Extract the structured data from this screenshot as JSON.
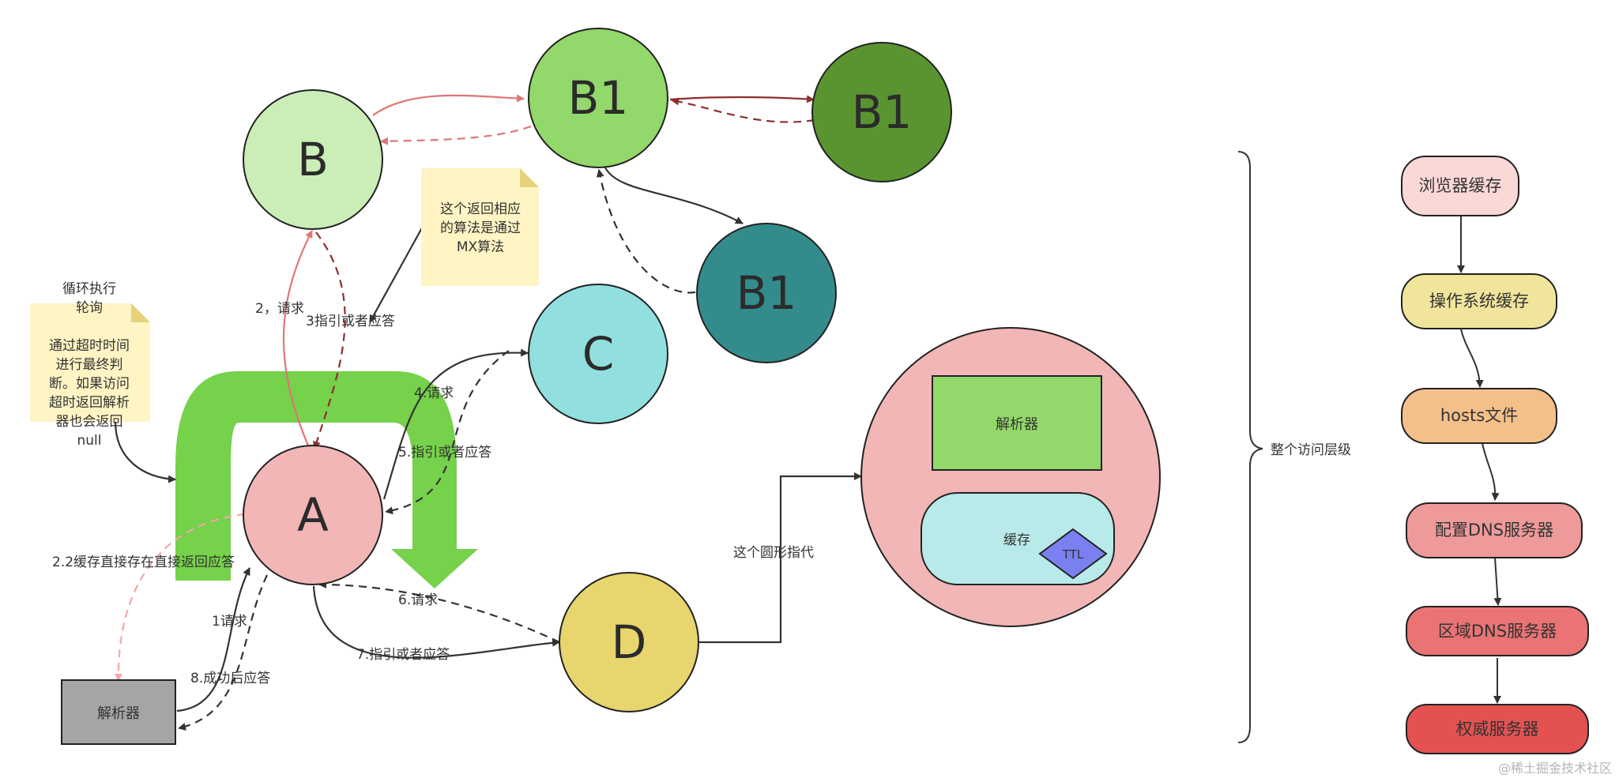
{
  "colors": {
    "B": "#cbeeb7",
    "B1_top": "#93d86a",
    "B1_right": "#5a9430",
    "B1_teal": "#338b8c",
    "C": "#92dfe0",
    "A": "#f2b6b6",
    "D": "#e8d56e",
    "resolver_gray": "#a5a5a5",
    "big_circle": "#f2b6b6",
    "resolver_green": "#93d86a",
    "cache": "#b9eaea",
    "ttl": "#7b80f0",
    "green_arrow": "#76d14b",
    "edge_red": "#e07575",
    "edge_darkred": "#8e2e2e",
    "edge_pink": "#f2a8a8",
    "edge_dark": "#333333",
    "note": "#fff4c4"
  },
  "nodes": {
    "B": "B",
    "B1_top": "B1",
    "B1_right": "B1",
    "B1_teal": "B1",
    "C": "C",
    "A": "A",
    "D": "D"
  },
  "boxes": {
    "resolver_gray": "解析器",
    "resolver_green": "解析器",
    "cache": "缓存",
    "ttl": "TTL"
  },
  "notes": {
    "mx_lines": [
      "这个返回相应",
      "的算法是通过",
      "MX算法"
    ],
    "loop_title_lines": [
      "循环执行",
      "轮询"
    ],
    "loop_body_lines": [
      "通过超时时间",
      "进行最终判",
      "断。如果访问",
      "超时返回解析",
      "器也会返回",
      "null"
    ]
  },
  "edge_labels": {
    "e2": "2，请求",
    "e3": "3指引或者应答",
    "e4": "4.请求",
    "e5": "5.指引或者应答",
    "e6": "6.请求",
    "e7": "7.指引或者应答",
    "e1": "1请求",
    "e8": "8.成功后应答",
    "e22": "2.2缓存直接存在直接返回应答",
    "circle_ref": "这个圆形指代"
  },
  "brace_label": "整个访问层级",
  "hierarchy": [
    {
      "label": "浏览器缓存",
      "color": "#f9d8d6"
    },
    {
      "label": "操作系统缓存",
      "color": "#f1e59c"
    },
    {
      "label": "hosts文件",
      "color": "#f4c08a"
    },
    {
      "label": "配置DNS服务器",
      "color": "#ef9a9a"
    },
    {
      "label": "区域DNS服务器",
      "color": "#ea7474"
    },
    {
      "label": "权威服务器",
      "color": "#e45151"
    }
  ],
  "watermark": "@稀土掘金技术社区"
}
